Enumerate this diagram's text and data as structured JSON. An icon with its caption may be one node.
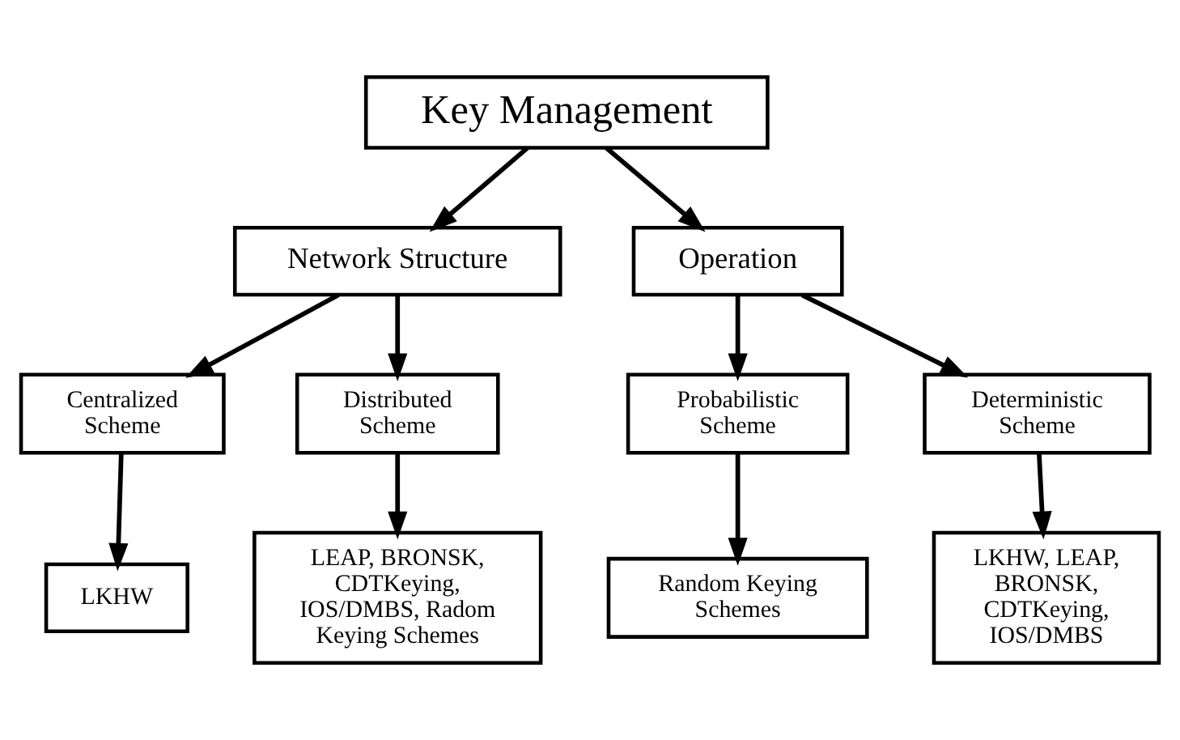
{
  "diagram": {
    "nodes": [
      {
        "text": [
          "Key Management"
        ]
      },
      {
        "text": [
          "Network Structure"
        ]
      },
      {
        "text": [
          "Operation"
        ]
      },
      {
        "text": [
          "Centralized Scheme"
        ]
      },
      {
        "text": [
          "Distributed Scheme"
        ]
      },
      {
        "text": [
          "Probabilistic Scheme"
        ]
      },
      {
        "text": [
          "Deterministic Scheme"
        ]
      },
      {
        "text": [
          "LKHW"
        ]
      },
      {
        "text": [
          "LEAP, BRONSK, CDTKeying, IOS/DMBS, Radom Keying Schemes"
        ]
      },
      {
        "text": [
          "Random Keying Schemes"
        ]
      },
      {
        "text": [
          "LKHW, LEAP, BRONSK, CDTKeying, IOS/DMBS"
        ]
      }
    ],
    "edges": [
      {
        "from": 0,
        "to": 1,
        "arrow": "to"
      },
      {
        "from": 0,
        "to": 2,
        "arrow": "to"
      },
      {
        "from": 1,
        "to": 3,
        "arrow": "to"
      },
      {
        "from": 1,
        "to": 4,
        "arrow": "to"
      },
      {
        "from": 2,
        "to": 5,
        "arrow": "to"
      },
      {
        "from": 2,
        "to": 6,
        "arrow": "to"
      },
      {
        "from": 3,
        "to": 7,
        "arrow": "to"
      },
      {
        "from": 4,
        "to": 8,
        "arrow": "to"
      },
      {
        "from": 5,
        "to": 9,
        "arrow": "to"
      },
      {
        "from": 6,
        "to": 10,
        "arrow": "to"
      }
    ]
  }
}
